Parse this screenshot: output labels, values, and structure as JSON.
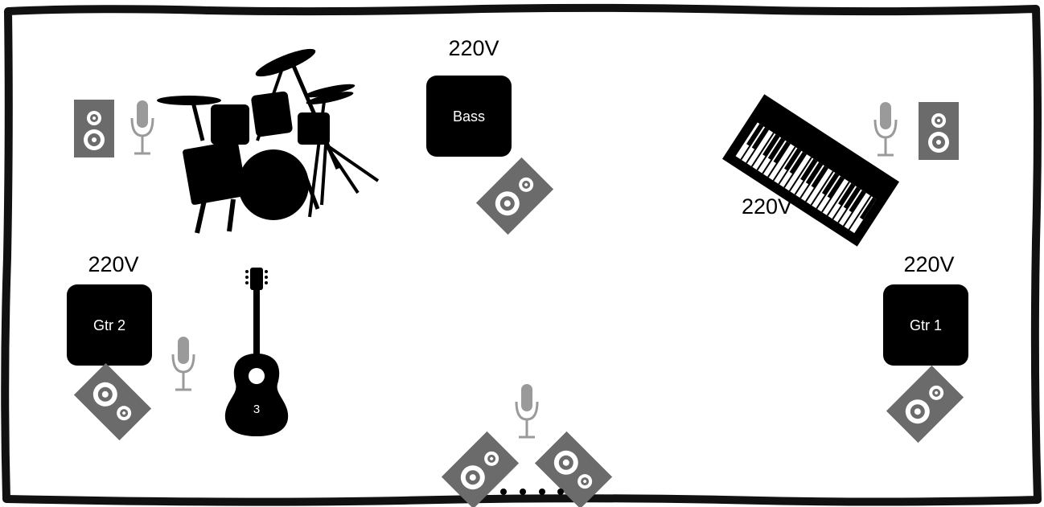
{
  "stage": {
    "colors": {
      "border": "#111111",
      "equipment": "#000000",
      "speaker": "#6b6b6b",
      "microphone": "#9a9a9a",
      "amp_text": "#ffffff"
    },
    "power_labels": [
      "220V",
      "220V",
      "220V",
      "220V"
    ],
    "amps": {
      "bass": "Bass",
      "guitar2": "Gtr 2",
      "guitar1": "Gtr 1"
    },
    "acoustic_guitar_number": "3",
    "icons": [
      "drum-kit-icon",
      "keyboard-icon",
      "acoustic-guitar-icon",
      "speaker-cabinet-icon",
      "floor-monitor-icon",
      "microphone-icon",
      "cable-dots-icon"
    ]
  }
}
